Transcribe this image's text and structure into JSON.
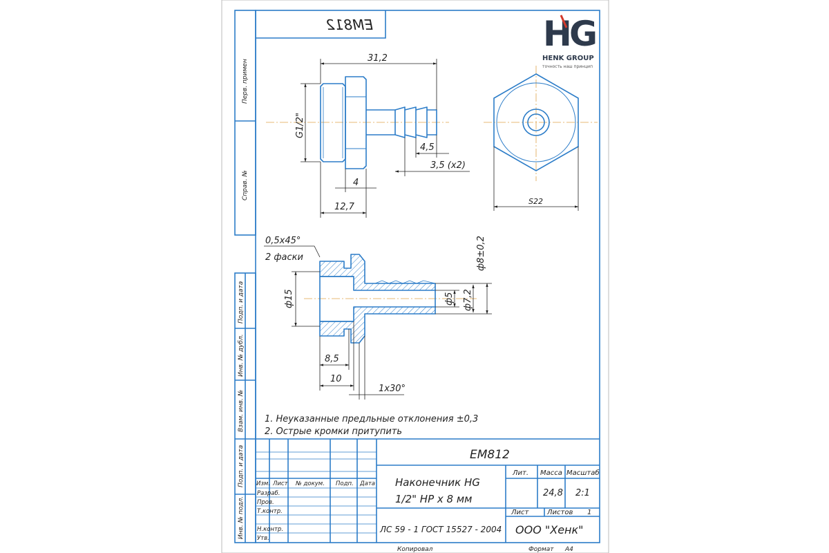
{
  "logo": {
    "mark": "HG",
    "company": "HENK GROUP",
    "tagline": "точность наш принцип",
    "color_dark": "#2e3a4c",
    "color_accent": "#d2392b"
  },
  "colors": {
    "frame": "#2b7cc8",
    "part": "#2b7cc8",
    "dims": "#222222",
    "centerline": "#e0a24a"
  },
  "top_code": "EM812",
  "side_labels": {
    "perv_primen": "Перв. примен",
    "sprav": "Справ. №",
    "podp_data_1": "Подп. и дата",
    "inv_dubl": "Инв. № дубл.",
    "vzam_inv": "Взам. инв. №",
    "podp_data_2": "Подп. и дата",
    "inv_podl": "Инв. № подл."
  },
  "dims": {
    "d_31_2": "31,2",
    "d_g12": "G1/2\"",
    "d_4_5": "4,5",
    "d_3_5": "3,5 (x2)",
    "d_4": "4",
    "d_12_7": "12,7",
    "d_s22": "S22",
    "d_chamfer": "0,5x45°",
    "d_chamfer_note": "2 фаски",
    "d_8": "ф8±0,2",
    "d_15": "ф15",
    "d_5": "ф5",
    "d_7_2": "ф7,2",
    "d_8_5": "8,5",
    "d_10": "10",
    "d_1x30": "1x30°"
  },
  "notes": [
    "1. Неуказанные предльные отклонения ±0,3",
    "2. Острые кромки притупить"
  ],
  "title_block": {
    "doc_code": "EM812",
    "part_name_1": "Наконечник HG",
    "part_name_2": "1/2\" НР х 8 мм",
    "material": "ЛС 59 - 1 ГОСТ 15527 - 2004",
    "company": "ООО \"Хенк\"",
    "lit_label": "Лит.",
    "mass_label": "Масса",
    "scale_label": "Масштаб",
    "mass_value": "24,8",
    "scale_value": "2:1",
    "sheet_label": "Лист",
    "sheets_label": "Листов",
    "sheets_value": "1",
    "col_izm": "Изм.",
    "col_list": "Лист",
    "col_dokum": "№ докум.",
    "col_podp": "Подп.",
    "col_data": "Дата",
    "row_razrab": "Разраб.",
    "row_prov": "Пров.",
    "row_tkontr": "Т.контр.",
    "row_nkontr": "Н.контр.",
    "row_utv": "Утв.",
    "kopiroval": "Копировал",
    "format_label": "Формат",
    "format_value": "А4"
  }
}
